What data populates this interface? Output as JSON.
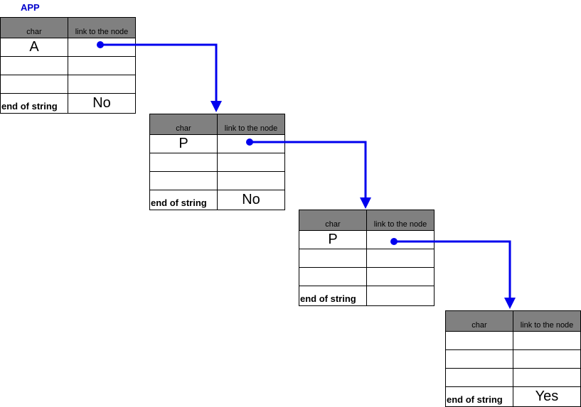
{
  "title": "APP",
  "colors": {
    "title": "#0000cc",
    "header_bg": "#808080",
    "link": "#0000ee"
  },
  "columns": {
    "char": "char",
    "link": "link to the node"
  },
  "eos_label": "end of string",
  "nodes": [
    {
      "char": "A",
      "end_of_string": "No"
    },
    {
      "char": "P",
      "end_of_string": "No"
    },
    {
      "char": "P",
      "end_of_string": ""
    },
    {
      "char": "",
      "end_of_string": "Yes"
    }
  ]
}
